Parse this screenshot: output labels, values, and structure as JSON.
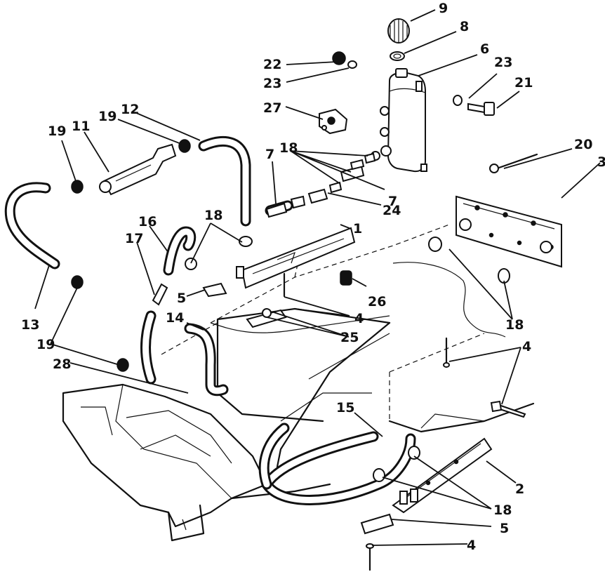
{
  "figure": {
    "callouts": [
      {
        "id": "c9",
        "text": "9"
      },
      {
        "id": "c8",
        "text": "8"
      },
      {
        "id": "c6",
        "text": "6"
      },
      {
        "id": "c22",
        "text": "22"
      },
      {
        "id": "c23a",
        "text": "23"
      },
      {
        "id": "c23b",
        "text": "23"
      },
      {
        "id": "c21",
        "text": "21"
      },
      {
        "id": "c27",
        "text": "27"
      },
      {
        "id": "c12",
        "text": "12"
      },
      {
        "id": "c19a",
        "text": "19"
      },
      {
        "id": "c11",
        "text": "11"
      },
      {
        "id": "c19b",
        "text": "19"
      },
      {
        "id": "c18a",
        "text": "18"
      },
      {
        "id": "c7a",
        "text": "7"
      },
      {
        "id": "c7b",
        "text": "7"
      },
      {
        "id": "c24",
        "text": "24"
      },
      {
        "id": "c20",
        "text": "20"
      },
      {
        "id": "c3",
        "text": "3"
      },
      {
        "id": "c16",
        "text": "16"
      },
      {
        "id": "c18b",
        "text": "18"
      },
      {
        "id": "c1",
        "text": "1"
      },
      {
        "id": "c17",
        "text": "17"
      },
      {
        "id": "c5a",
        "text": "5"
      },
      {
        "id": "c26",
        "text": "26"
      },
      {
        "id": "c4a",
        "text": "4"
      },
      {
        "id": "c13",
        "text": "13"
      },
      {
        "id": "c14",
        "text": "14"
      },
      {
        "id": "c25",
        "text": "25"
      },
      {
        "id": "c18c",
        "text": "18"
      },
      {
        "id": "c19c",
        "text": "19"
      },
      {
        "id": "c4b",
        "text": "4"
      },
      {
        "id": "c28",
        "text": "28"
      },
      {
        "id": "c15",
        "text": "15"
      },
      {
        "id": "c2",
        "text": "2"
      },
      {
        "id": "c18d",
        "text": "18"
      },
      {
        "id": "c5b",
        "text": "5"
      },
      {
        "id": "c4c",
        "text": "4"
      }
    ]
  }
}
